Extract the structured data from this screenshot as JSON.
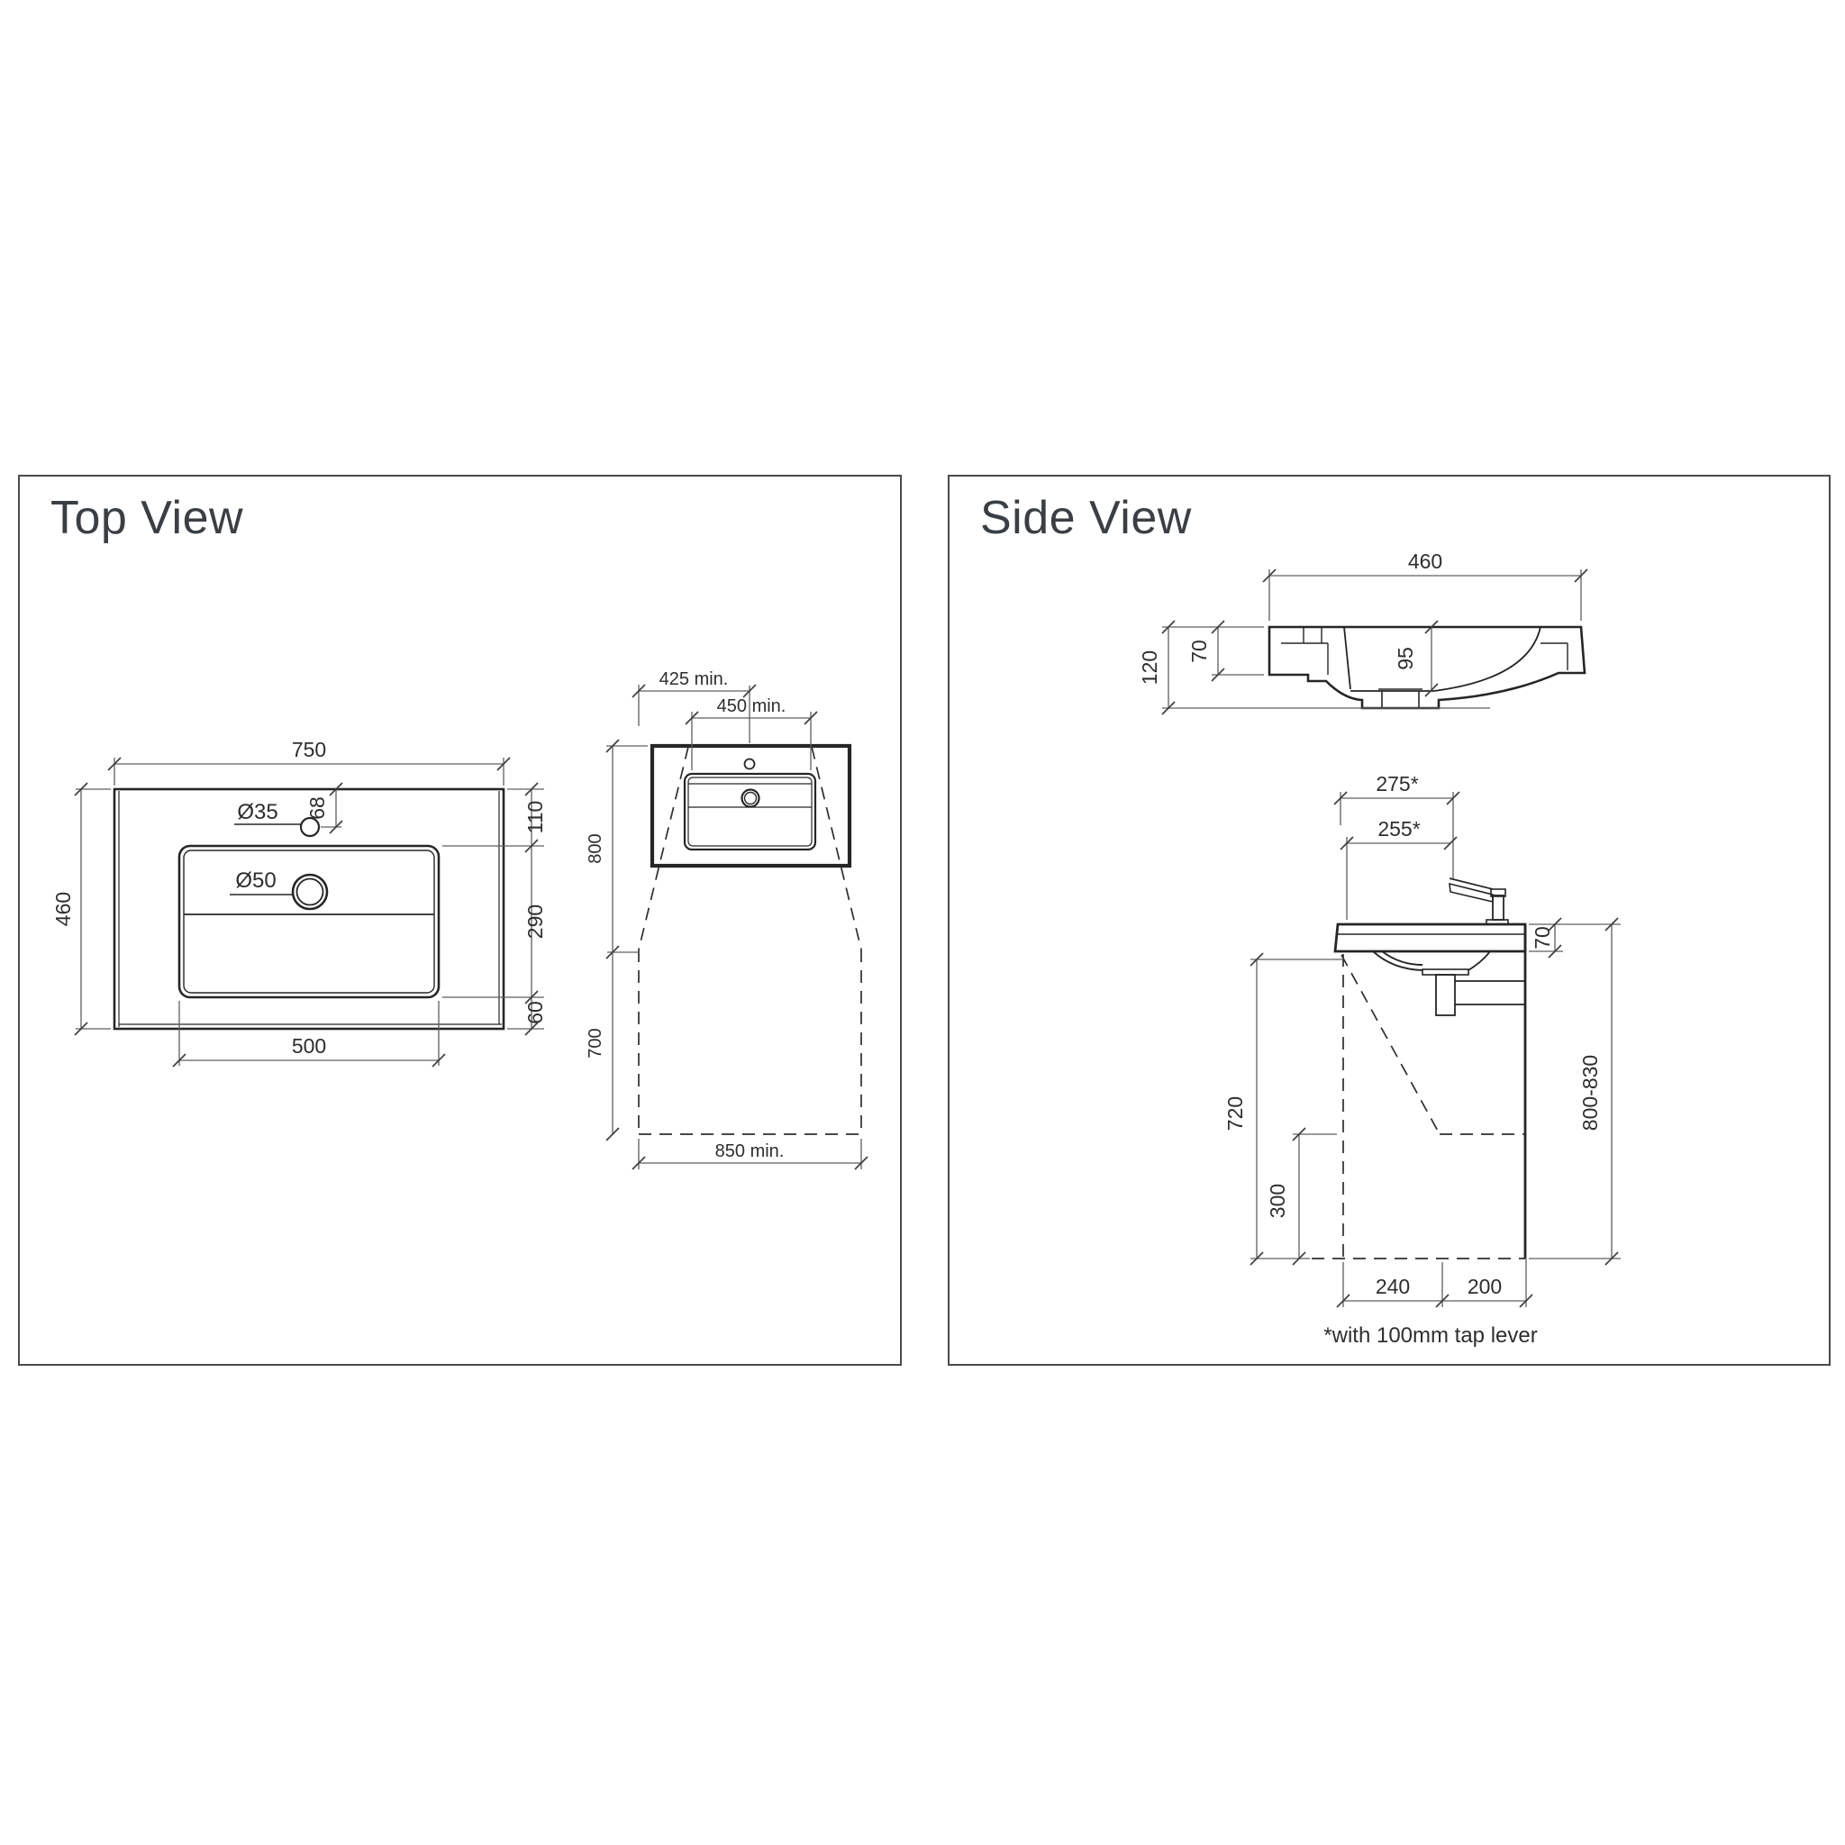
{
  "sheet": {
    "background": "#ffffff",
    "panel_border_color": "#4a4a4a",
    "line_color": "#262626",
    "dimension_color": "#5f5f5f",
    "text_color": "#2e2e2e"
  },
  "panels": {
    "top_view": {
      "title": "Top View",
      "plan": {
        "width": "750",
        "depth": "460",
        "tap_hole_dia": "Ø35",
        "tap_hole_offset": "68",
        "drain_dia": "Ø50",
        "rear_margin": "110",
        "bowl_depth": "290",
        "front_margin": "60",
        "bowl_width": "500"
      },
      "clearance": {
        "side_clearance": "425 min.",
        "center_clearance": "450 min.",
        "upper_height": "800",
        "lower_height": "700",
        "floor_clearance": "850 min."
      }
    },
    "side_view": {
      "title": "Side View",
      "section": {
        "depth": "460",
        "overall_height": "120",
        "rim_height": "70",
        "bowl_inner_depth": "95"
      },
      "installation": {
        "lever_reach": "275*",
        "tap_reach": "255*",
        "rim_thickness": "70",
        "clearance_height": "720",
        "toe_height": "300",
        "mounting_height": "800-830",
        "knee_depth": "240",
        "rear_depth": "200",
        "footnote": "*with 100mm tap lever"
      }
    }
  }
}
